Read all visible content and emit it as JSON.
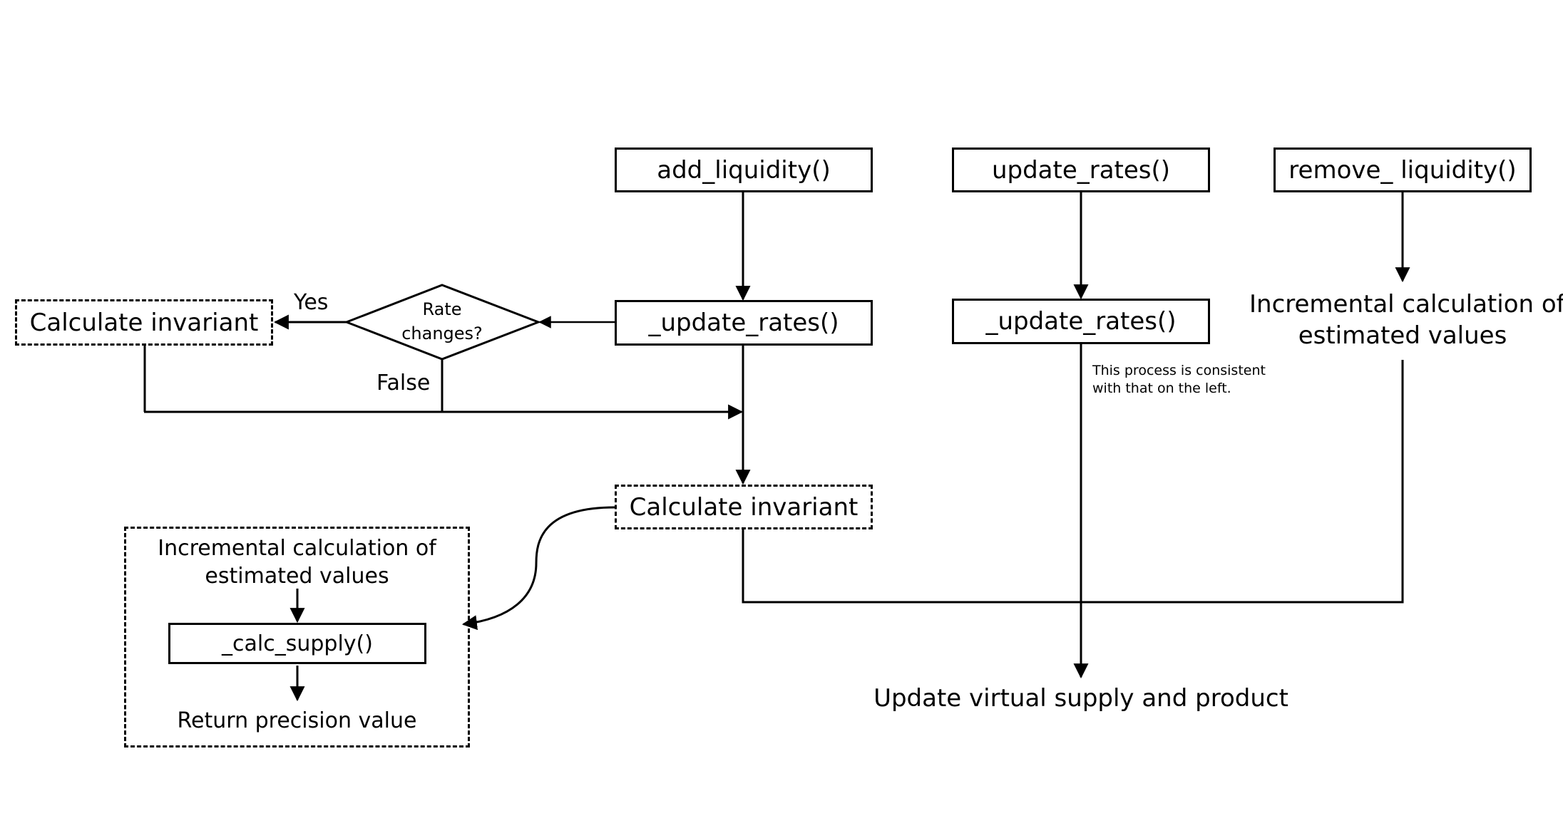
{
  "nodes": {
    "add_liquidity": "add_liquidity()",
    "update_rates_top": "update_rates()",
    "remove_liquidity": "remove_ liquidity()",
    "update_rates_left": "_update_rates()",
    "update_rates_right": "_update_rates()",
    "calc_invariant_left": "Calculate invariant",
    "calc_invariant_center": "Calculate invariant",
    "rate_changes_line1": "Rate",
    "rate_changes_line2": "changes?",
    "incremental_right_line1": "Incremental calculation of",
    "incremental_right_line2": "estimated values",
    "calc_supply": "_calc_supply()",
    "update_virtual": "Update virtual supply and product"
  },
  "group": {
    "incremental_line1": "Incremental calculation of",
    "incremental_line2": "estimated values",
    "return_precision": "Return precision value"
  },
  "edge_labels": {
    "yes": "Yes",
    "false": "False"
  },
  "notes": {
    "consistent_line1": "This process is consistent",
    "consistent_line2": "with that on the left."
  }
}
